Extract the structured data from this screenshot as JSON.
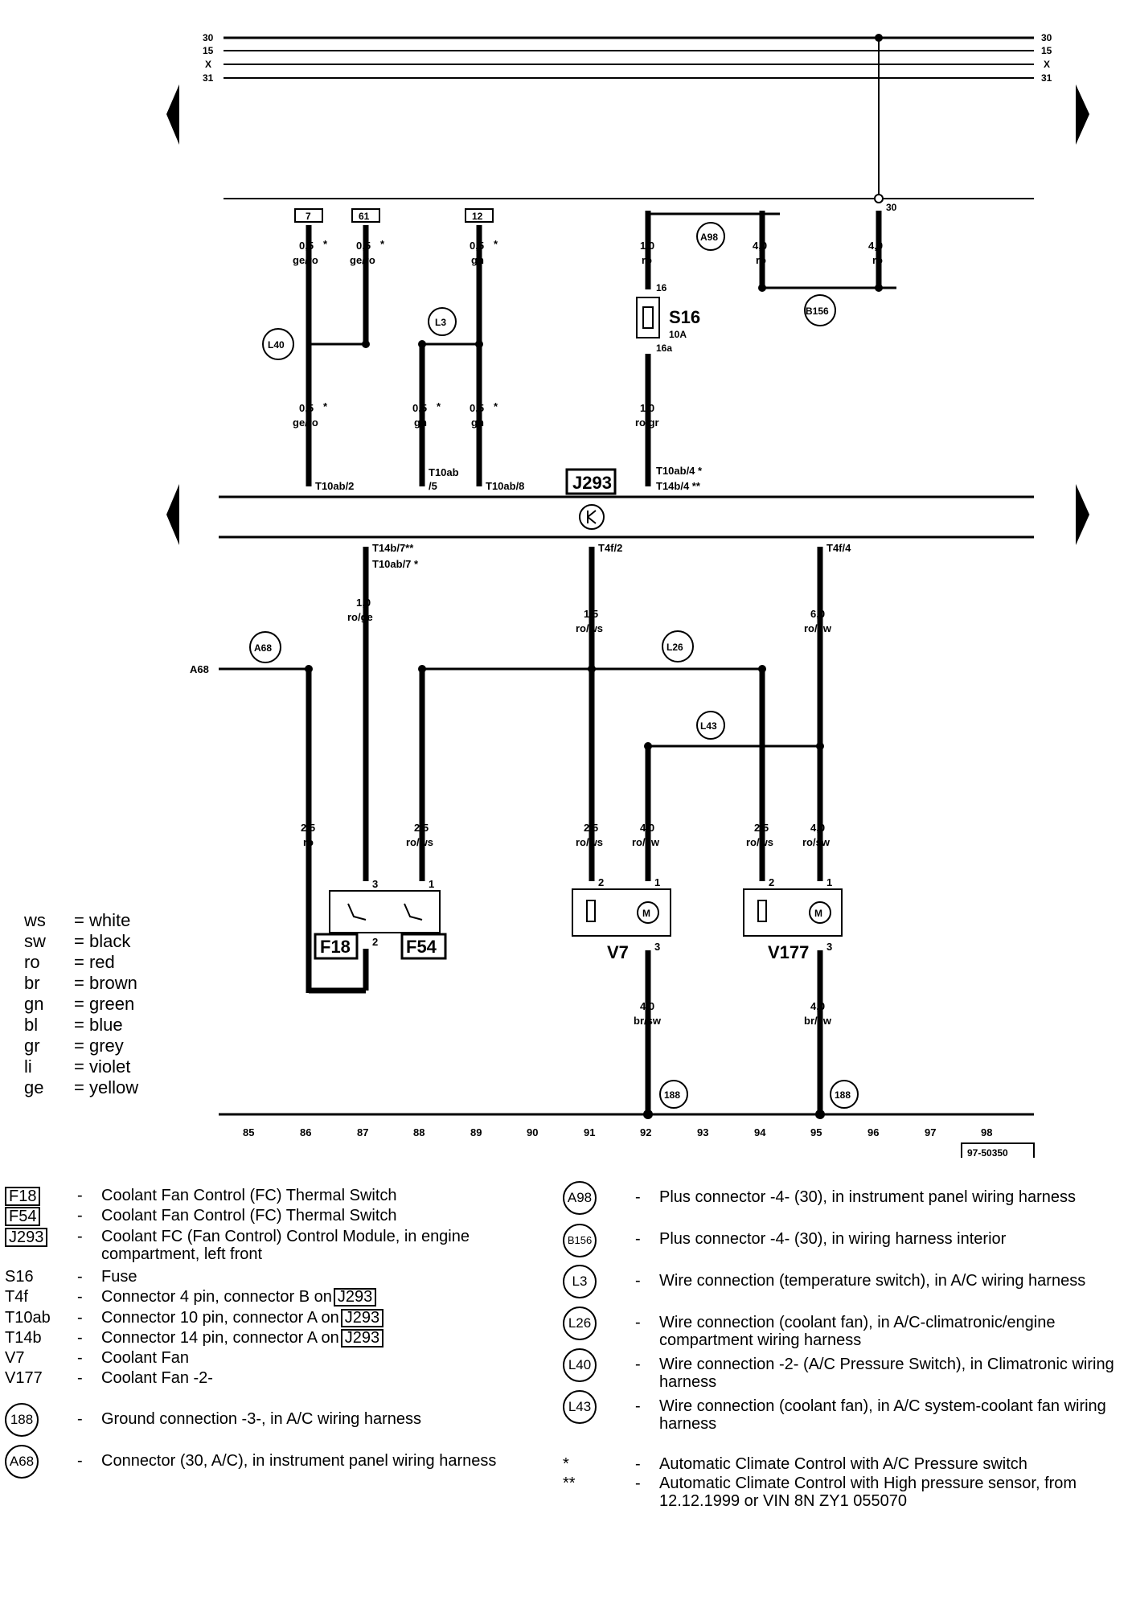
{
  "rails": [
    "30",
    "15",
    "X",
    "31"
  ],
  "terminal_30": "30",
  "components": {
    "fuse": {
      "name": "S16",
      "rating": "10A",
      "pin_in": "16",
      "pin_out": "16a"
    },
    "control_module": "J293",
    "switch_1": "F18",
    "switch_2": "F54",
    "fan_1": "V7",
    "fan_2": "V177",
    "doc_id": "97-50350"
  },
  "connections": [
    "A98",
    "B156",
    "L40",
    "L3",
    "A68",
    "L26",
    "L43",
    "188",
    "188"
  ],
  "wire_labels": [
    {
      "id": "w1",
      "size": "0,5",
      "color": "ge/ro",
      "mark": "*"
    },
    {
      "id": "w2",
      "size": "0,5",
      "color": "ge/ro",
      "mark": "*"
    },
    {
      "id": "w3",
      "size": "0,5",
      "color": "gn",
      "mark": "*"
    },
    {
      "id": "w4",
      "size": "1,0",
      "color": "ro",
      "mark": ""
    },
    {
      "id": "w5",
      "size": "4,0",
      "color": "ro",
      "mark": ""
    },
    {
      "id": "w6",
      "size": "4,0",
      "color": "ro",
      "mark": ""
    },
    {
      "id": "w7",
      "size": "0,5",
      "color": "ge/ro",
      "mark": "*"
    },
    {
      "id": "w8",
      "size": "0,5",
      "color": "gn",
      "mark": "*"
    },
    {
      "id": "w9",
      "size": "0,5",
      "color": "gn",
      "mark": "*"
    },
    {
      "id": "w10",
      "size": "1,0",
      "color": "ro/gr",
      "mark": ""
    },
    {
      "id": "w11",
      "size": "1,0",
      "color": "ro/ge",
      "mark": ""
    },
    {
      "id": "w12",
      "size": "1,5",
      "color": "ro/ws",
      "mark": ""
    },
    {
      "id": "w13",
      "size": "6,0",
      "color": "ro/sw",
      "mark": ""
    },
    {
      "id": "w14",
      "size": "2,5",
      "color": "ro",
      "mark": ""
    },
    {
      "id": "w15",
      "size": "2,5",
      "color": "ro/ws",
      "mark": ""
    },
    {
      "id": "w16",
      "size": "2,5",
      "color": "ro/ws",
      "mark": ""
    },
    {
      "id": "w17",
      "size": "4,0",
      "color": "ro/sw",
      "mark": ""
    },
    {
      "id": "w18",
      "size": "2,5",
      "color": "ro/ws",
      "mark": ""
    },
    {
      "id": "w19",
      "size": "4,0",
      "color": "ro/sw",
      "mark": ""
    },
    {
      "id": "w20",
      "size": "4,0",
      "color": "br/sw",
      "mark": ""
    },
    {
      "id": "w21",
      "size": "4,0",
      "color": "br/sw",
      "mark": ""
    }
  ],
  "top_terminals": [
    "7",
    "61",
    "12"
  ],
  "pins": {
    "t10ab2": "T10ab/2",
    "t10ab5a": "T10ab",
    "t10ab5b": "/5",
    "t10ab8": "T10ab/8",
    "t10ab4": "T10ab/4 *",
    "t14b4": "T14b/4 **",
    "t14b7": "T14b/7**",
    "t10ab7": "T10ab/7 *",
    "t4f2": "T4f/2",
    "t4f4": "T4f/4",
    "a68_end": "A68",
    "p3": "3",
    "p1": "1",
    "p2": "2",
    "v_p2": "2",
    "v_p1": "1",
    "v_p3": "3"
  },
  "columns": [
    "85",
    "86",
    "87",
    "88",
    "89",
    "90",
    "91",
    "92",
    "93",
    "94",
    "95",
    "96",
    "97",
    "98"
  ],
  "color_codes": [
    {
      "code": "ws",
      "meaning": "= white"
    },
    {
      "code": "sw",
      "meaning": "= black"
    },
    {
      "code": "ro",
      "meaning": "= red"
    },
    {
      "code": "br",
      "meaning": "= brown"
    },
    {
      "code": "gn",
      "meaning": "= green"
    },
    {
      "code": "bl",
      "meaning": "= blue"
    },
    {
      "code": "gr",
      "meaning": "= grey"
    },
    {
      "code": "li",
      "meaning": "= violet"
    },
    {
      "code": "ge",
      "meaning": "= yellow"
    }
  ],
  "legend_left": [
    {
      "key": "F18",
      "style": "boxed",
      "desc": "Coolant Fan Control (FC) Thermal Switch"
    },
    {
      "key": "F54",
      "style": "boxed",
      "desc": "Coolant Fan Control (FC) Thermal Switch"
    },
    {
      "key": "J293",
      "style": "boxed",
      "desc": "Coolant FC (Fan Control) Control Module, in engine compartment, left front"
    },
    {
      "key": "S16",
      "style": "plain",
      "desc": "Fuse"
    },
    {
      "key": "T4f",
      "style": "plain",
      "desc": "Connector 4 pin, connector B on",
      "ref": "J293"
    },
    {
      "key": "T10ab",
      "style": "plain",
      "desc": "Connector 10 pin, connector A on",
      "ref": "J293"
    },
    {
      "key": "T14b",
      "style": "plain",
      "desc": "Connector 14 pin, connector A on",
      "ref": "J293"
    },
    {
      "key": "V7",
      "style": "plain",
      "desc": "Coolant Fan"
    },
    {
      "key": "V177",
      "style": "plain",
      "desc": "Coolant Fan -2-"
    },
    {
      "key": "188",
      "style": "circled",
      "desc": "Ground connection -3-, in A/C wiring harness"
    },
    {
      "key": "A68",
      "style": "circled",
      "desc": "Connector (30, A/C), in instrument panel wiring harness"
    }
  ],
  "legend_right": [
    {
      "key": "A98",
      "style": "circled",
      "desc": "Plus connector -4- (30), in instrument panel wiring harness"
    },
    {
      "key": "B156",
      "style": "circled",
      "desc": "Plus connector -4- (30), in wiring harness interior"
    },
    {
      "key": "L3",
      "style": "circled",
      "desc": "Wire connection (temperature switch), in A/C wiring harness"
    },
    {
      "key": "L26",
      "style": "circled",
      "desc": "Wire connection (coolant fan), in A/C-climatronic/engine compartment wiring harness"
    },
    {
      "key": "L40",
      "style": "circled",
      "desc": "Wire connection -2- (A/C Pressure Switch), in Climatronic wiring harness"
    },
    {
      "key": "L43",
      "style": "circled",
      "desc": "Wire connection (coolant fan), in A/C system-coolant fan wiring harness"
    },
    {
      "key": "*",
      "style": "plain",
      "desc": "Automatic Climate Control with A/C Pressure switch"
    },
    {
      "key": "**",
      "style": "plain",
      "desc": "Automatic Climate Control with High pressure sensor, from 12.12.1999 or VIN 8N ZY1 055070"
    }
  ]
}
